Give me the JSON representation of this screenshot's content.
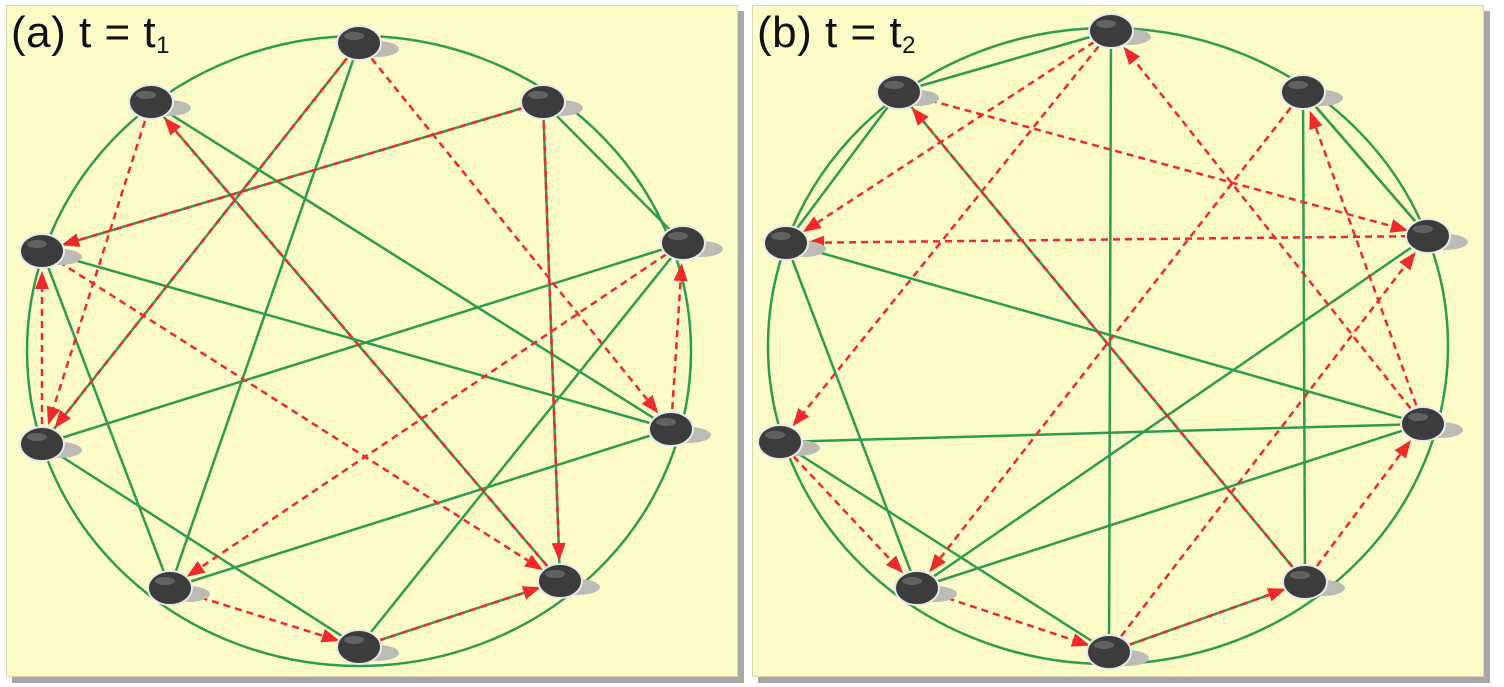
{
  "colors": {
    "panel_bg": "#fdfcc8",
    "circle_and_solid_edges": "#2e9b4e",
    "dashed_arrows": "#ee2a2a",
    "node_fill": "#3c3c3c",
    "node_shadow": "#bcbcb4"
  },
  "panels": [
    {
      "id": "a",
      "label_prefix": "(a) t = t",
      "label_sub": "1",
      "nodes": 10,
      "solid_edges": [
        [
          0,
          6
        ],
        [
          0,
          7
        ],
        [
          1,
          2
        ],
        [
          1,
          4
        ],
        [
          3,
          9
        ],
        [
          3,
          8
        ],
        [
          4,
          5
        ],
        [
          4,
          9
        ],
        [
          5,
          7
        ],
        [
          6,
          8
        ],
        [
          8,
          1
        ],
        [
          2,
          5
        ],
        [
          3,
          6
        ],
        [
          7,
          2
        ]
      ],
      "dashed_arrows": [
        [
          0,
          7
        ],
        [
          0,
          3
        ],
        [
          1,
          4
        ],
        [
          1,
          8
        ],
        [
          2,
          6
        ],
        [
          3,
          2
        ],
        [
          4,
          9
        ],
        [
          5,
          4
        ],
        [
          6,
          5
        ],
        [
          7,
          8
        ],
        [
          8,
          4
        ],
        [
          9,
          7
        ]
      ]
    },
    {
      "id": "b",
      "label_prefix": "(b) t = t",
      "label_sub": "2",
      "nodes": 10,
      "solid_edges": [
        [
          0,
          5
        ],
        [
          0,
          9
        ],
        [
          1,
          2
        ],
        [
          1,
          4
        ],
        [
          3,
          6
        ],
        [
          3,
          7
        ],
        [
          4,
          5
        ],
        [
          4,
          9
        ],
        [
          5,
          7
        ],
        [
          6,
          8
        ],
        [
          8,
          3
        ],
        [
          2,
          6
        ],
        [
          9,
          8
        ],
        [
          2,
          1
        ]
      ],
      "dashed_arrows": [
        [
          0,
          8
        ],
        [
          0,
          7
        ],
        [
          1,
          6
        ],
        [
          2,
          8
        ],
        [
          3,
          1
        ],
        [
          3,
          0
        ],
        [
          4,
          3
        ],
        [
          4,
          9
        ],
        [
          5,
          2
        ],
        [
          5,
          4
        ],
        [
          6,
          5
        ],
        [
          7,
          6
        ],
        [
          9,
          2
        ]
      ]
    }
  ]
}
